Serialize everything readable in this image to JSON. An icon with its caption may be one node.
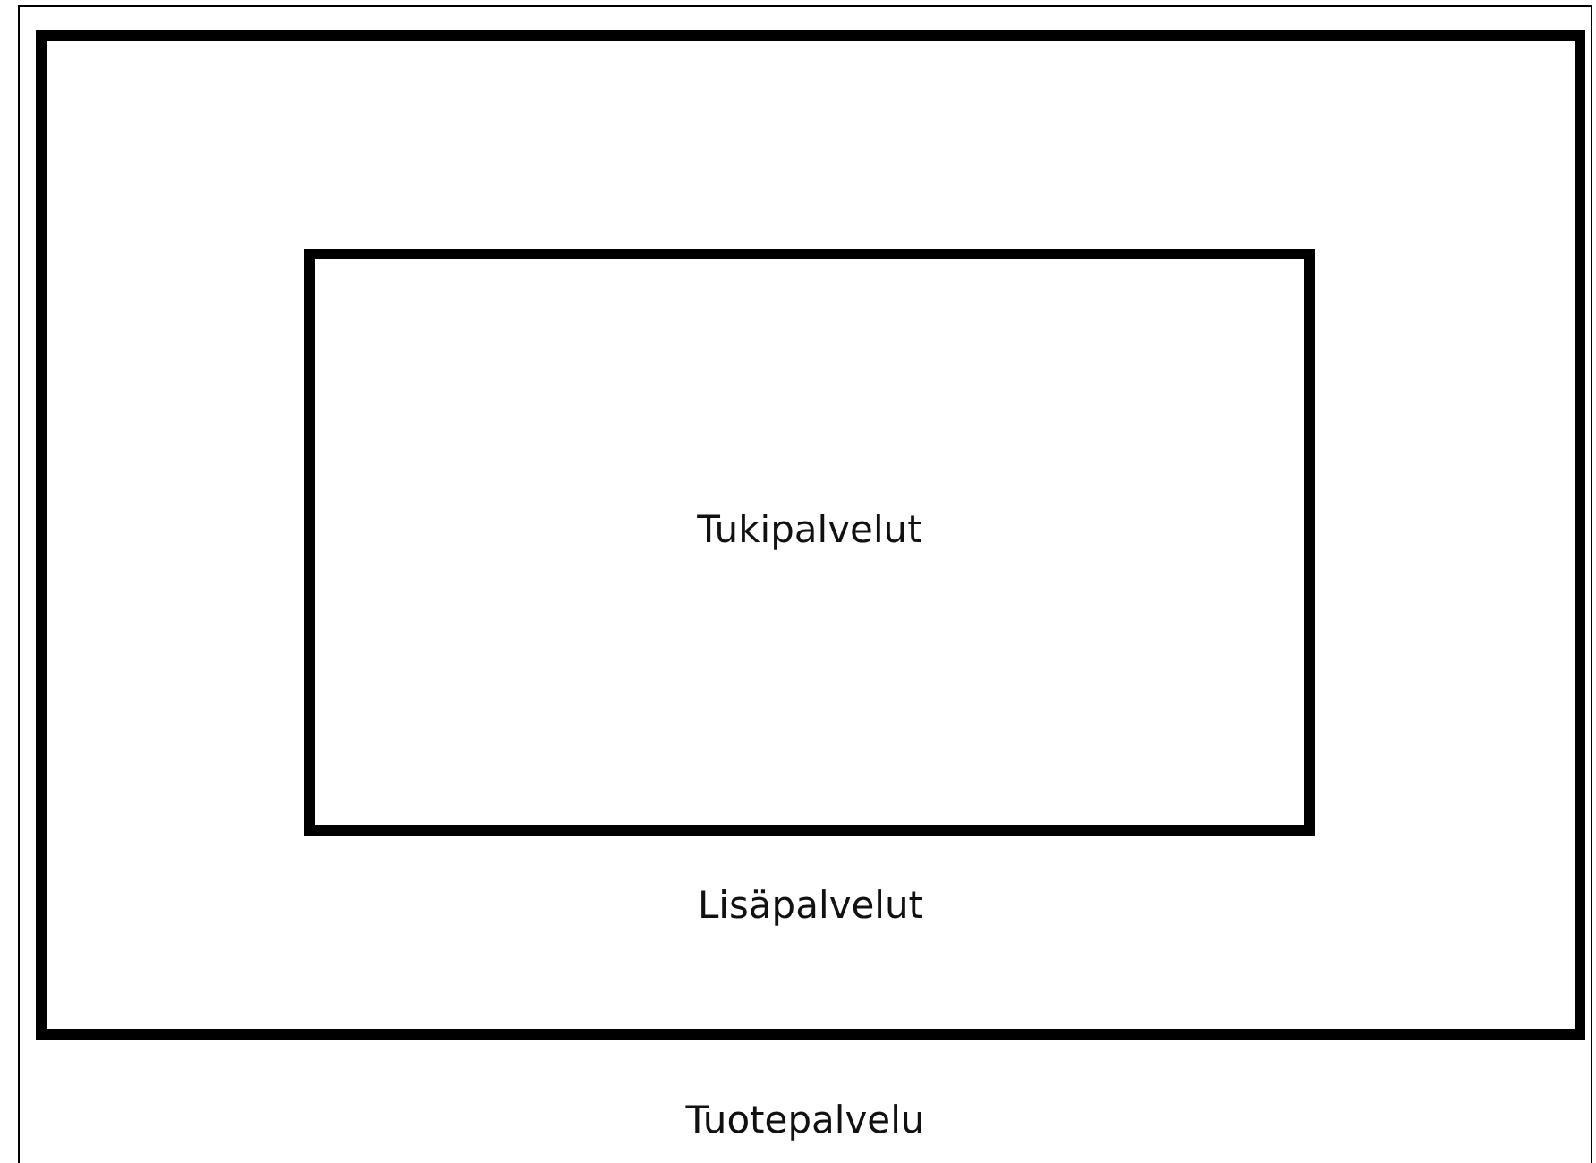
{
  "diagram": {
    "nodes": [
      {
        "text": [
          "Tuotepalvelu"
        ]
      },
      {
        "text": [
          "Lisäpalvelut"
        ],
        "in": 0
      },
      {
        "text": [
          "Tukipalvelut"
        ],
        "in": 1
      }
    ]
  }
}
